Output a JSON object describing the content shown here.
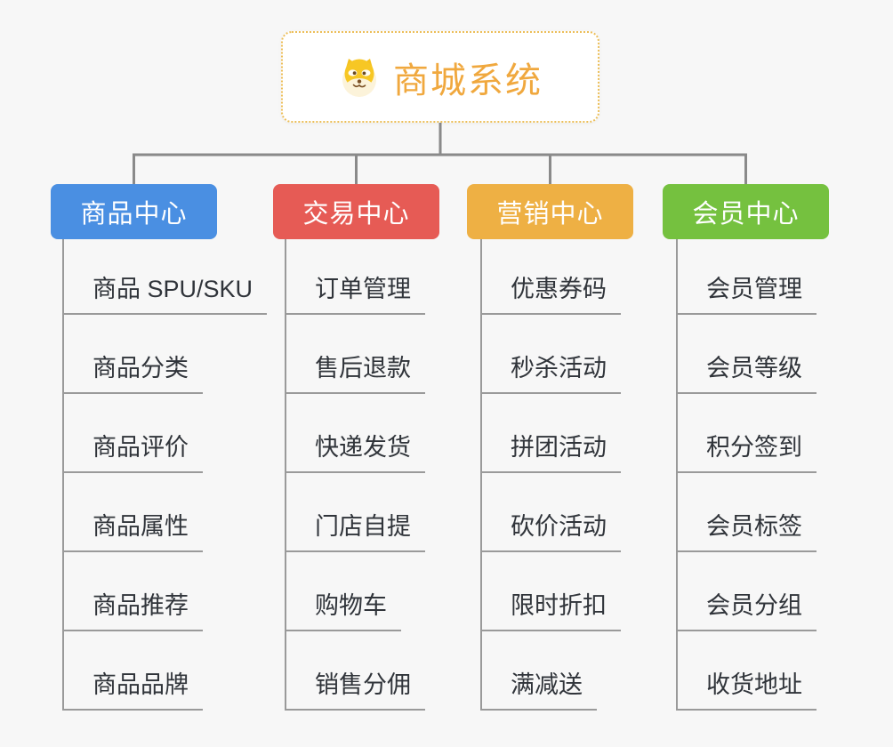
{
  "page": {
    "background": "#F7F7F7"
  },
  "colors": {
    "connector": "#8A8A8A",
    "underline": "#9A9A9A",
    "root_border": "#ECBE58",
    "root_title": "#F0A83E"
  },
  "root": {
    "title": "商城系统",
    "icon": "doge-icon",
    "title_color": "#F0A83E"
  },
  "branches": [
    {
      "label": "商品中心",
      "color": "#4A8FE2",
      "children": [
        "商品 SPU/SKU",
        "商品分类",
        "商品评价",
        "商品属性",
        "商品推荐",
        "商品品牌"
      ]
    },
    {
      "label": "交易中心",
      "color": "#E65B55",
      "children": [
        "订单管理",
        "售后退款",
        "快递发货",
        "门店自提",
        "购物车",
        "销售分佣"
      ]
    },
    {
      "label": "营销中心",
      "color": "#EEB044",
      "children": [
        "优惠券码",
        "秒杀活动",
        "拼团活动",
        "砍价活动",
        "限时折扣",
        "满减送"
      ]
    },
    {
      "label": "会员中心",
      "color": "#75C13F",
      "children": [
        "会员管理",
        "会员等级",
        "积分签到",
        "会员标签",
        "会员分组",
        "收货地址"
      ]
    }
  ]
}
